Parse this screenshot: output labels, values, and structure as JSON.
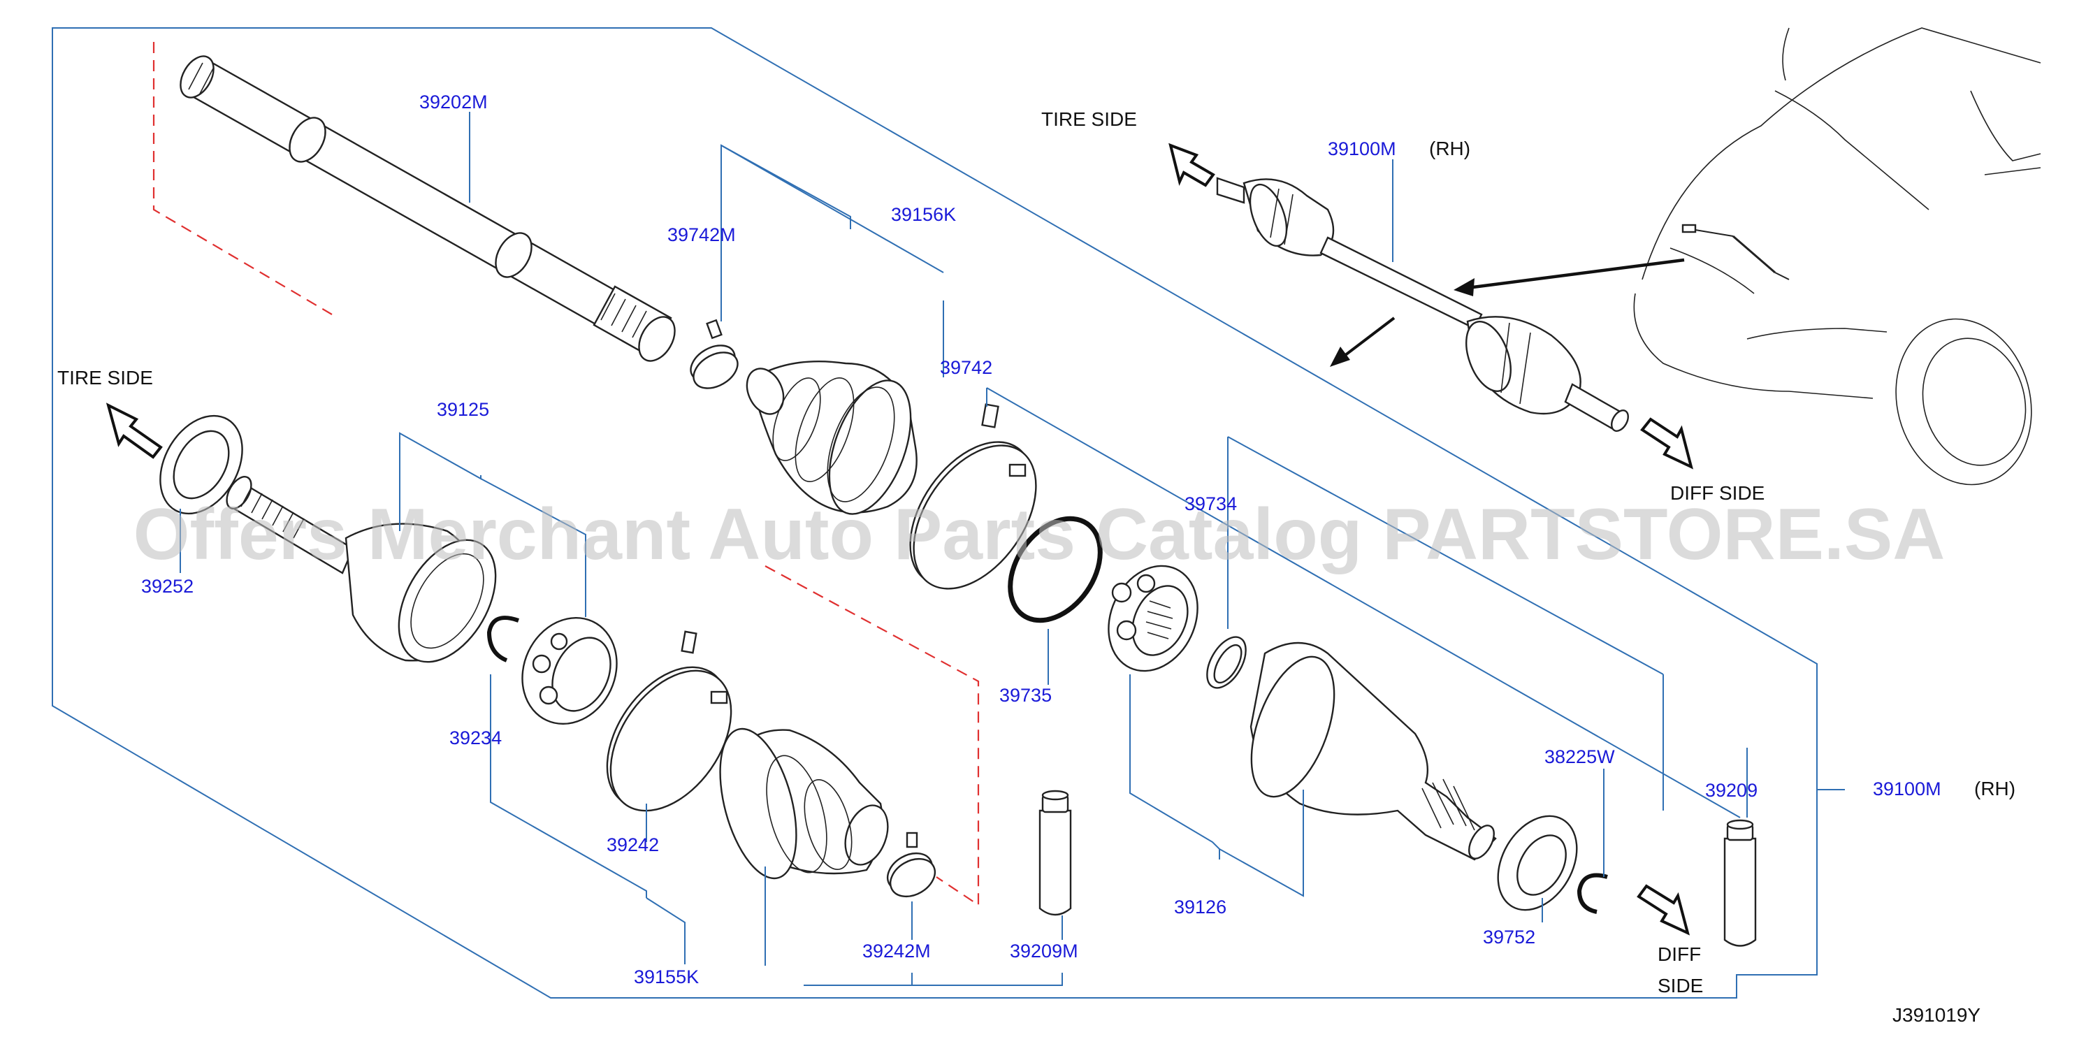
{
  "diagram_code": "J391019Y",
  "watermark": "Offers Merchant Auto Parts Catalog PARTSTORE.SA",
  "direction_labels": {
    "tire_side_top": "TIRE   SIDE",
    "tire_side_left": "TIRE   SIDE",
    "diff_side_top": "DIFF   SIDE",
    "diff_side_bottom_line1": "DIFF",
    "diff_side_bottom_line2": "SIDE"
  },
  "rh_top": "(RH)",
  "rh_right": "(RH)",
  "parts": {
    "p39202M": "39202M",
    "p39100M_top": "39100M",
    "p39742M": "39742M",
    "p39156K": "39156K",
    "p39742": "39742",
    "p39125": "39125",
    "p39252": "39252",
    "p39734": "39734",
    "p39735": "39735",
    "p39234": "39234",
    "p39242": "39242",
    "p39155K": "39155K",
    "p39242M": "39242M",
    "p39209M": "39209M",
    "p39126": "39126",
    "p38225W": "38225W",
    "p39209": "39209",
    "p39752": "39752",
    "p39100M_right": "39100M"
  },
  "colors": {
    "part_number": "#1a1ad8",
    "leader_line": "#2f6fb3",
    "dashed_guide": "#e03030",
    "text": "#111111"
  }
}
